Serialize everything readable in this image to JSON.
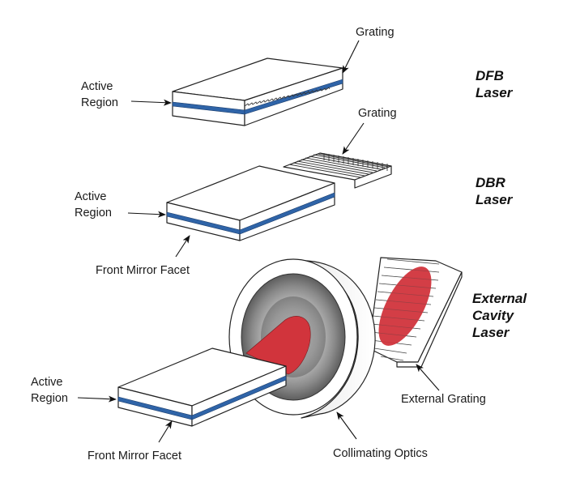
{
  "dfb": {
    "title_line1": "DFB",
    "title_line2": "Laser",
    "grating_label": "Grating",
    "active_line1": "Active",
    "active_line2": "Region"
  },
  "dbr": {
    "title_line1": "DBR",
    "title_line2": "Laser",
    "grating_label": "Grating",
    "active_line1": "Active",
    "active_line2": "Region",
    "facet_label": "Front Mirror Facet"
  },
  "ecl": {
    "title_line1": "External",
    "title_line2": "Cavity",
    "title_line3": "Laser",
    "active_line1": "Active",
    "active_line2": "Region",
    "facet_label": "Front Mirror Facet",
    "optics_label": "Collimating Optics",
    "ext_grating_label": "External Grating"
  },
  "colors": {
    "active_stripe": "#2f64a8",
    "beam": "#d1343c",
    "outline": "#222222"
  }
}
